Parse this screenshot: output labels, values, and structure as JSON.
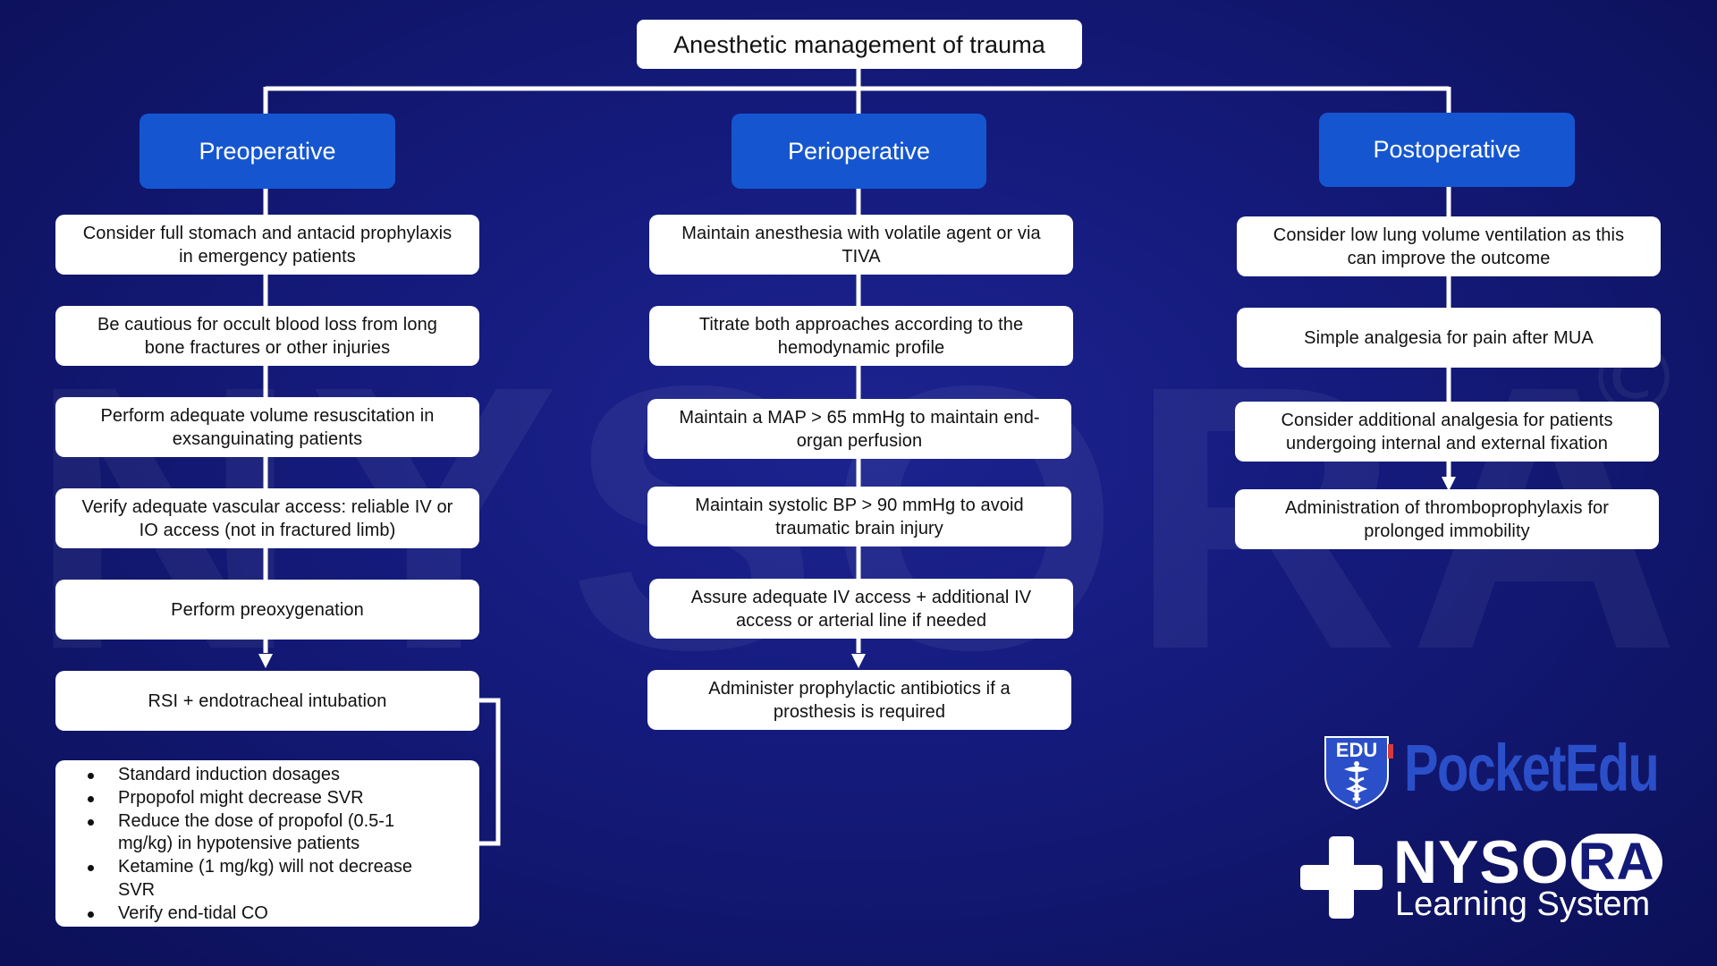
{
  "title": "Anesthetic management of trauma",
  "columns": [
    {
      "header": "Preoperative",
      "steps": [
        "Consider full stomach and antacid prophylaxis in emergency patients",
        "Be cautious for occult blood loss from long bone fractures or other injuries",
        "Perform adequate volume resuscitation in exsanguinating patients",
        "Verify adequate vascular access: reliable IV or IO access (not in fractured limb)",
        "Perform preoxygenation",
        "RSI + endotracheal intubation"
      ],
      "detail_bullets": [
        "Standard induction dosages",
        "Prpopofol might decrease SVR",
        "Reduce the dose of propofol (0.5-1 mg/kg) in hypotensive patients",
        "Ketamine (1 mg/kg) will not decrease SVR",
        "Verify end-tidal CO"
      ]
    },
    {
      "header": "Perioperative",
      "steps": [
        "Maintain anesthesia with volatile agent or via TIVA",
        "Titrate both approaches according to the hemodynamic profile",
        "Maintain a MAP > 65 mmHg to maintain end-organ perfusion",
        "Maintain systolic BP > 90 mmHg to avoid traumatic brain injury",
        "Assure adequate IV access + additional IV access or arterial line if needed",
        "Administer prophylactic antibiotics if a prosthesis is required"
      ]
    },
    {
      "header": "Postoperative",
      "steps": [
        "Consider low lung volume ventilation as this can improve the outcome",
        "Simple analgesia for pain after MUA",
        "Consider additional analgesia for patients undergoing internal and external fixation",
        "Administration of thromboprophylaxis for prolonged immobility"
      ]
    }
  ],
  "watermark": "NYSORA",
  "watermark_symbol": "©",
  "logos": {
    "edu_badge": "EDU",
    "pocketedu": "PocketEdu",
    "nysora_main": "NYSO",
    "nysora_ra": "RA",
    "learning_system": "Learning System"
  },
  "colors": {
    "background": "#141a7a",
    "header_fill": "#1556d0",
    "box_fill": "#ffffff",
    "connector": "#ffffff",
    "pocketedu_blue": "#2a4fc9"
  }
}
